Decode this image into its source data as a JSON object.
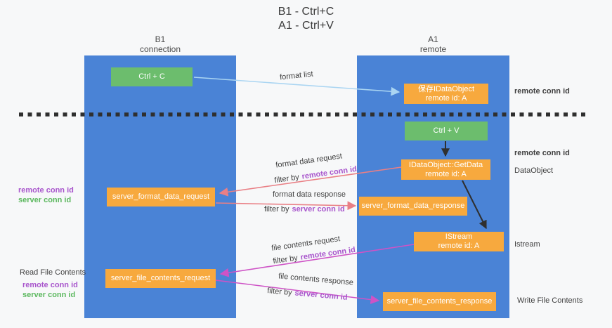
{
  "title": {
    "line1": "B1 - Ctrl+C",
    "line2": "A1 - Ctrl+V"
  },
  "columns": {
    "left": {
      "name": "B1",
      "role": "connection"
    },
    "right": {
      "name": "A1",
      "role": "remote"
    }
  },
  "nodes": {
    "ctrl_c": {
      "label": "Ctrl + C"
    },
    "ctrl_v": {
      "label": "Ctrl + V"
    },
    "save_idataobject": {
      "line1": "保存IDataObject",
      "line2": "remote id: A"
    },
    "idataobject_getdata": {
      "line1": "IDataObject::GetData",
      "line2": "remote id: A"
    },
    "istream": {
      "line1": "IStream",
      "line2": "remote id: A"
    },
    "server_format_data_request": {
      "label": "server_format_data_request"
    },
    "server_format_data_response": {
      "label": "server_format_data_response"
    },
    "server_file_contents_request": {
      "label": "server_file_contents_request"
    },
    "server_file_contents_response": {
      "label": "server_file_contents_response"
    }
  },
  "flow_labels": {
    "format_list": "format list",
    "format_data_request": "format data request",
    "format_data_response": "format data response",
    "file_contents_request": "file contents request",
    "file_contents_response": "file contents response",
    "filter_by": "filter by",
    "remote_conn_id": "remote conn id",
    "server_conn_id": "server conn id"
  },
  "side_labels": {
    "remote_conn_id": "remote conn id",
    "server_conn_id": "server conn id",
    "dataobject": "DataObject",
    "istream": "Istream",
    "read_file_contents": "Read File Contents",
    "write_file_contents": "Write File Contents"
  },
  "colors": {
    "lane-blue": "#4a83d6",
    "box-green": "#6cbd6d",
    "box-orange": "#f7a93e",
    "arrow-lightblue": "#aad5f2",
    "arrow-red": "#e97f85",
    "arrow-magenta": "#ce53c6",
    "arrow-black": "#2f2f2f",
    "text-purple": "#a855cc",
    "text-green": "#5cb85f",
    "text-dark": "#3f3f3f"
  }
}
